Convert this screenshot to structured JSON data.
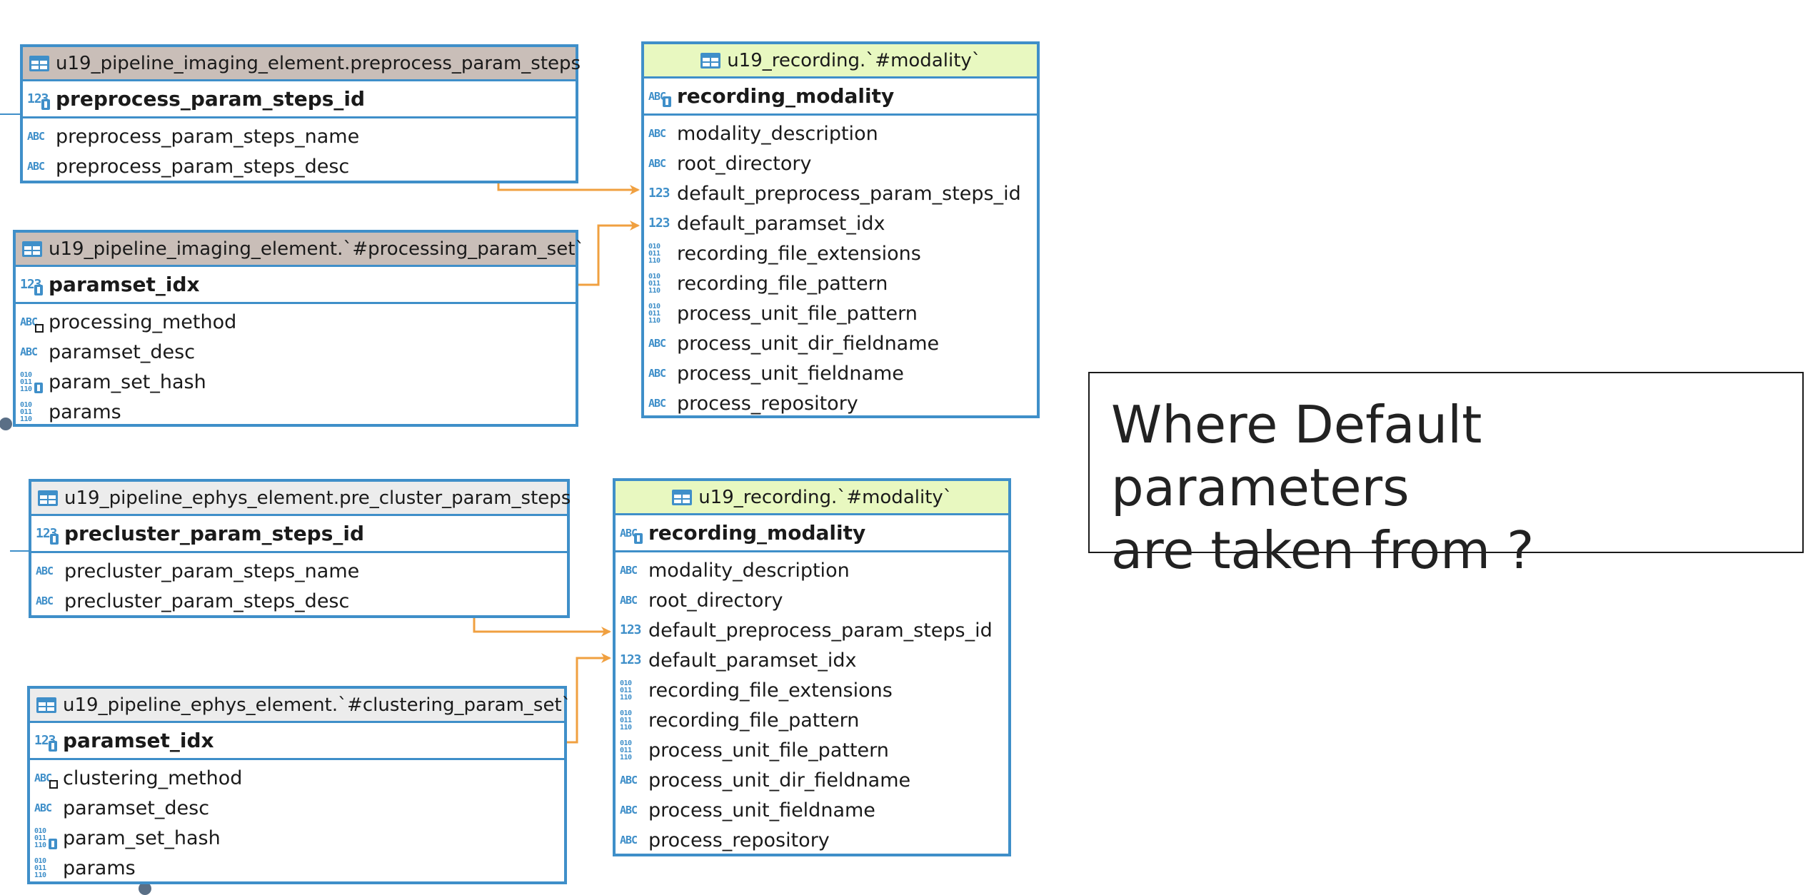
{
  "tables": {
    "imaging_preprocess": {
      "title": "u19_pipeline_imaging_element.preprocess_param_steps",
      "pk": "preprocess_param_steps_id",
      "columns": [
        "preprocess_param_steps_name",
        "preprocess_param_steps_desc"
      ]
    },
    "imaging_processing": {
      "title": "u19_pipeline_imaging_element.`#processing_param_set`",
      "pk": "paramset_idx",
      "columns": [
        "processing_method",
        "paramset_desc",
        "param_set_hash",
        "params"
      ]
    },
    "recording_modality_top": {
      "title": "u19_recording.`#modality`",
      "pk": "recording_modality",
      "columns": [
        "modality_description",
        "root_directory",
        "default_preprocess_param_steps_id",
        "default_paramset_idx",
        "recording_file_extensions",
        "recording_file_pattern",
        "process_unit_file_pattern",
        "process_unit_dir_fieldname",
        "process_unit_fieldname",
        "process_repository"
      ]
    },
    "ephys_precluster": {
      "title": "u19_pipeline_ephys_element.pre_cluster_param_steps",
      "pk": "precluster_param_steps_id",
      "columns": [
        "precluster_param_steps_name",
        "precluster_param_steps_desc"
      ]
    },
    "ephys_clustering": {
      "title": "u19_pipeline_ephys_element.`#clustering_param_set`",
      "pk": "paramset_idx",
      "columns": [
        "clustering_method",
        "paramset_desc",
        "param_set_hash",
        "params"
      ]
    },
    "recording_modality_bottom": {
      "title": "u19_recording.`#modality`",
      "pk": "recording_modality",
      "columns": [
        "modality_description",
        "root_directory",
        "default_preprocess_param_steps_id",
        "default_paramset_idx",
        "recording_file_extensions",
        "recording_file_pattern",
        "process_unit_file_pattern",
        "process_unit_dir_fieldname",
        "process_unit_fieldname",
        "process_repository"
      ]
    }
  },
  "callout": {
    "line1": "Where Default parameters",
    "line2": "are taken from ?"
  },
  "colors": {
    "table_border": "#3f8fc9",
    "link": "#f0a040",
    "header_brown": "#c9beb8",
    "header_grey": "#ececec",
    "header_green": "#e8f8c0"
  }
}
